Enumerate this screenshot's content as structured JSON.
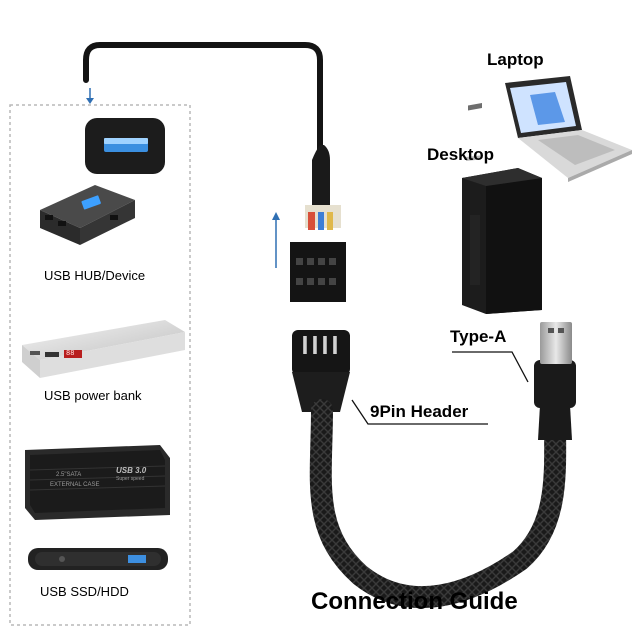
{
  "devices_panel": {
    "items": [
      {
        "label": "USB HUB/Device"
      },
      {
        "label": "USB power bank"
      },
      {
        "label": "USB SSD/HDD"
      }
    ]
  },
  "computers": {
    "laptop_label": "Laptop",
    "desktop_label": "Desktop"
  },
  "cable": {
    "type_a_label": "Type-A",
    "header_label": "9Pin Header"
  },
  "ssd_case": {
    "line1": "2.5\"SATA",
    "line2": "EXTERNAL CASE",
    "brand": "USB 3.0",
    "sub": "Super speed"
  },
  "power_bank_readout": "88",
  "footer": {
    "title": "Connection Guide"
  },
  "colors": {
    "accent_blue": "#2f6fb3",
    "cable_black": "#141414",
    "panel_border": "#b9b9b9"
  }
}
